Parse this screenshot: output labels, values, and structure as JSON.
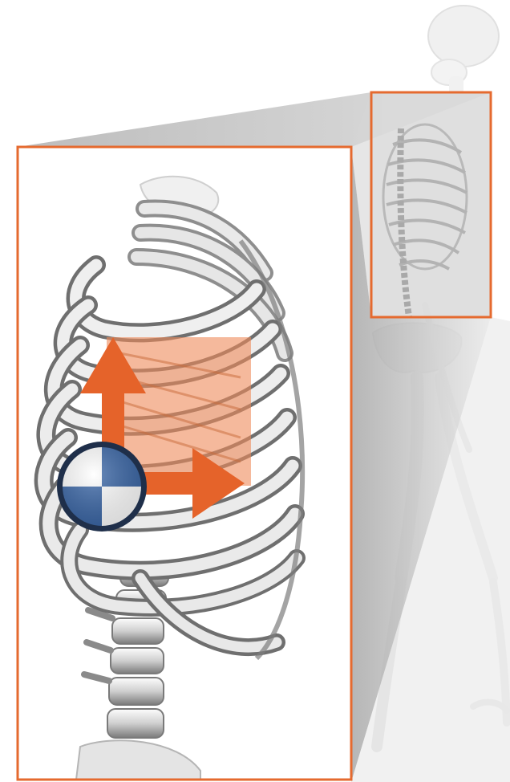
{
  "figure": {
    "subject": "thoracic-ribcage-zoom",
    "icons": [
      "full-skeleton",
      "ribcage-closeup",
      "center-of-mass-icon",
      "vertical-arrow",
      "horizontal-arrow",
      "muscle-patch"
    ],
    "colors": {
      "frame": "#e56a2f",
      "arrow": "#e5632a",
      "muscle_patch": "#ee9a72",
      "bone_light": "#f2f2f2",
      "bone_mid": "#b8b8b8",
      "bone_dark": "#6e6e6e",
      "com_blue": "#3a66a6",
      "com_white": "#ffffff",
      "shadow": "#9a9a9a"
    }
  }
}
